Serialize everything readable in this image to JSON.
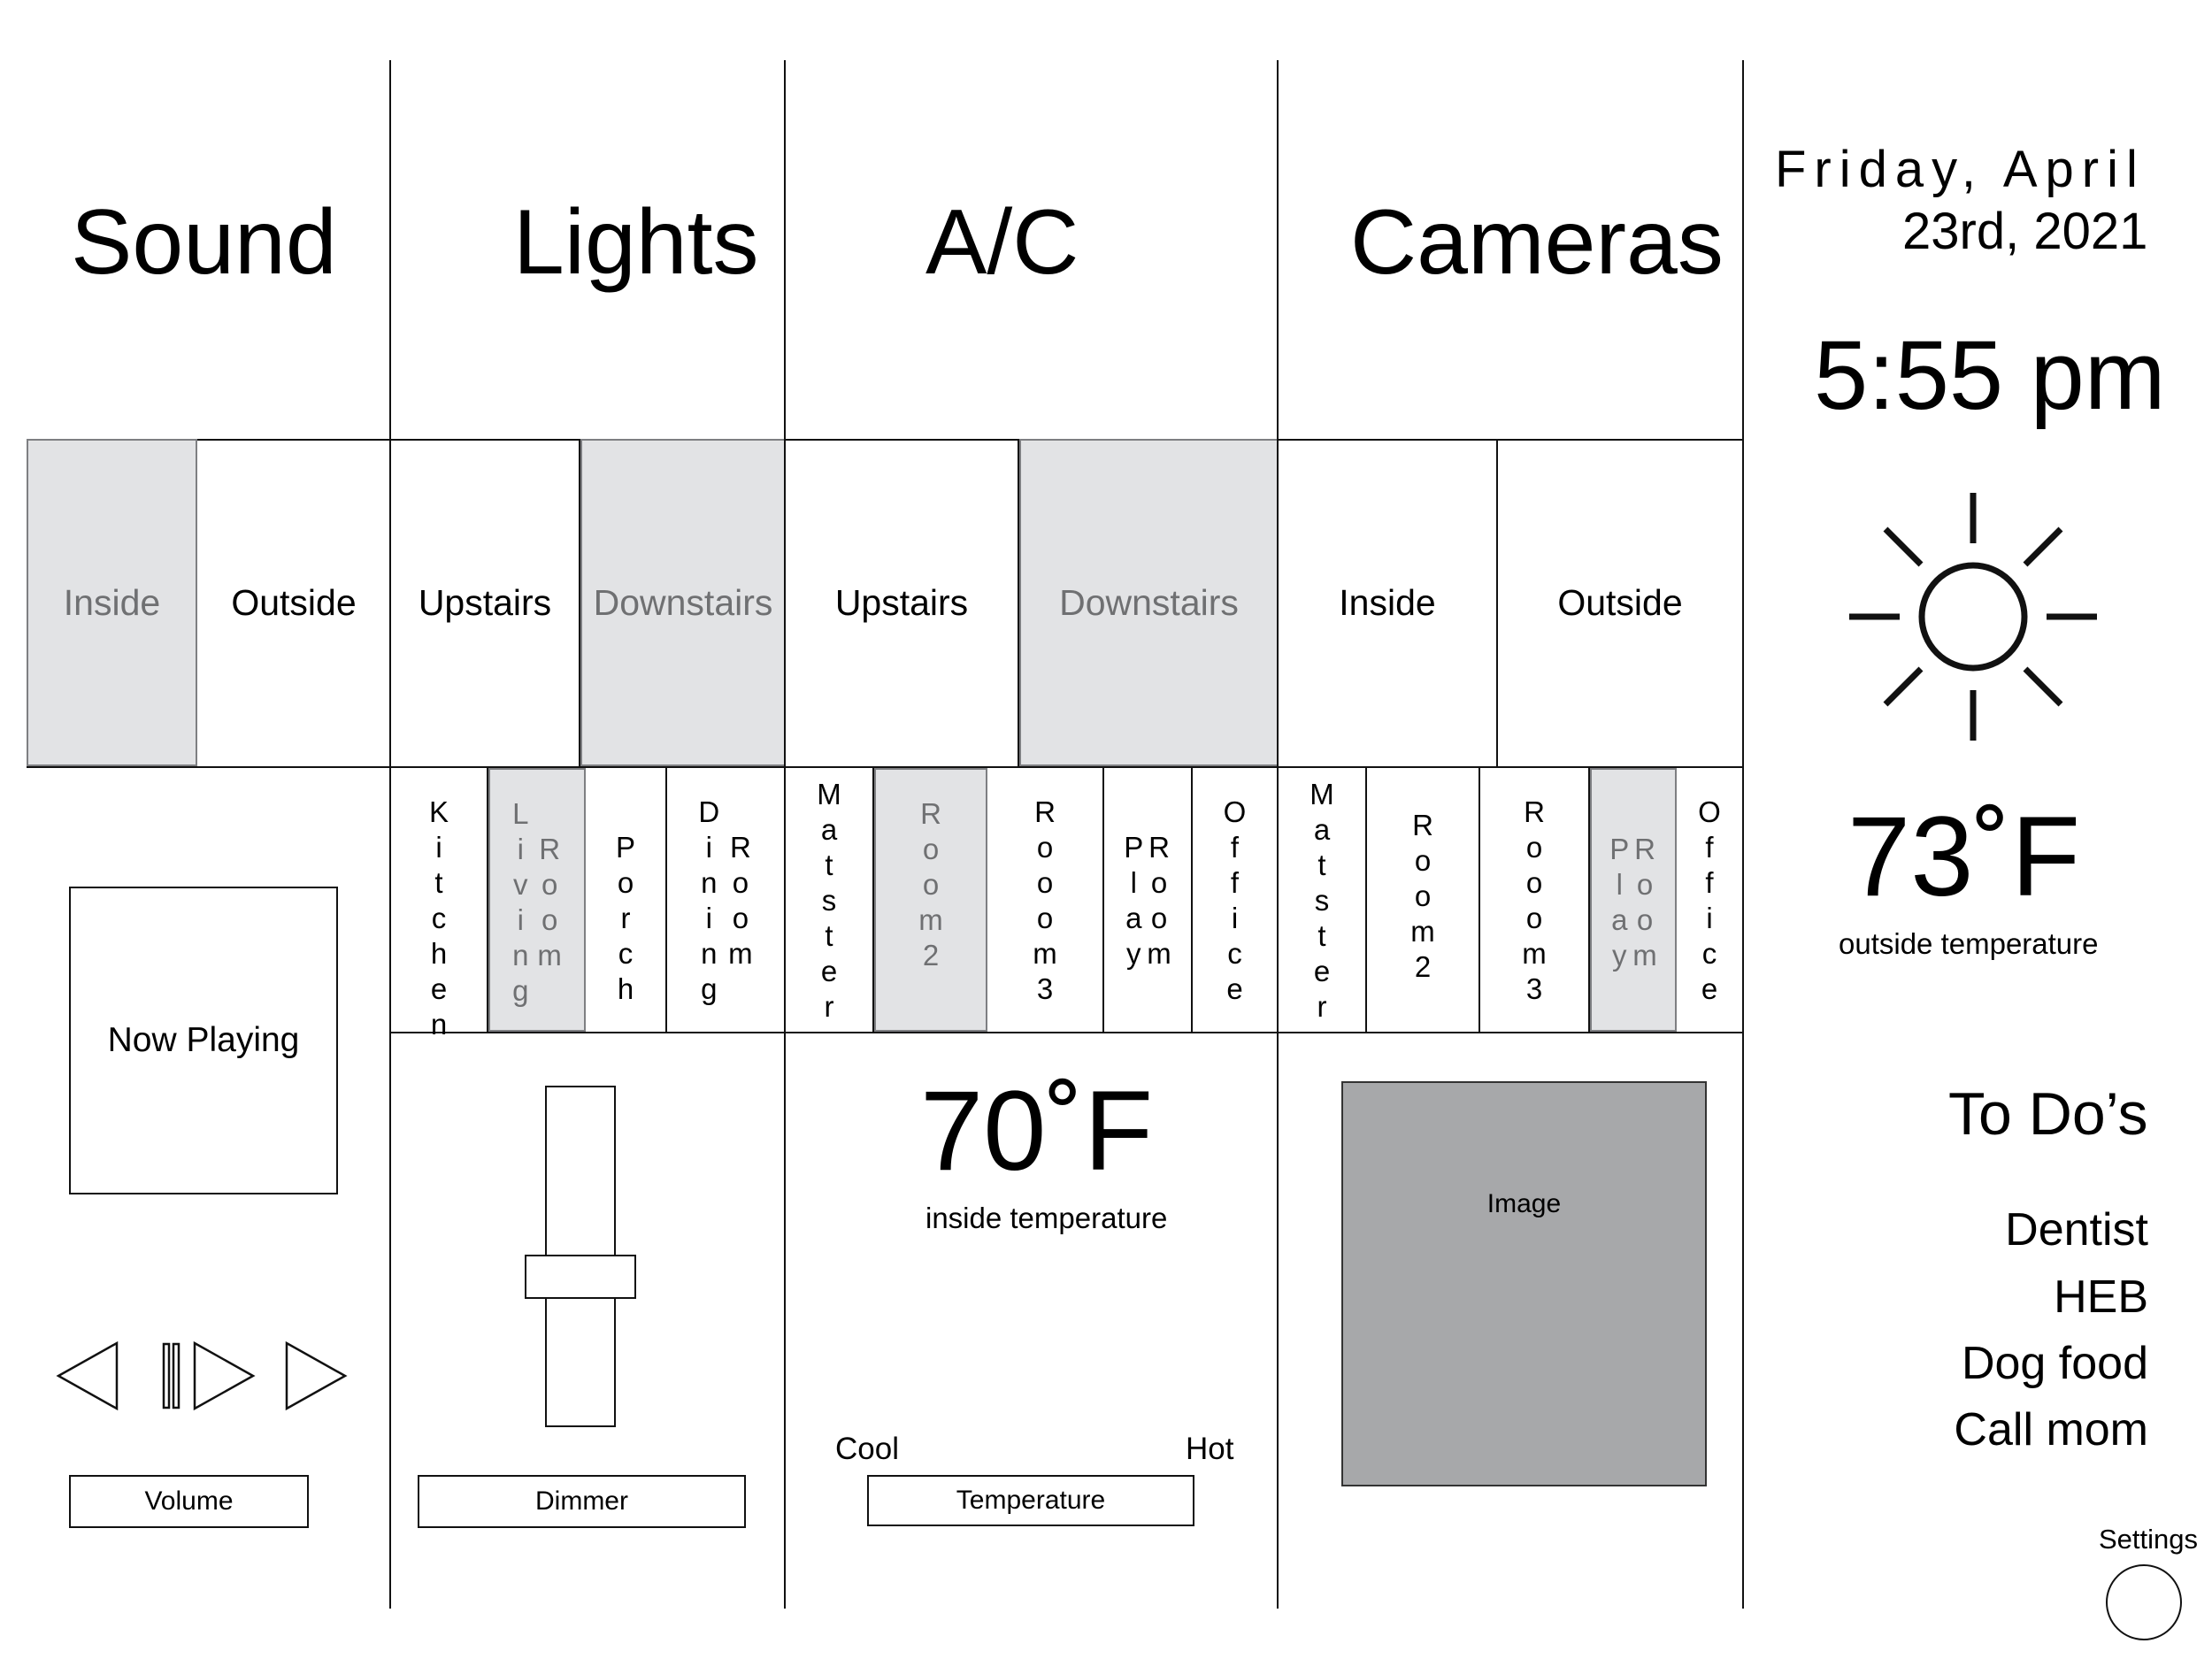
{
  "headers": {
    "sound": "Sound",
    "lights": "Lights",
    "ac": "A/C",
    "cameras": "Cameras"
  },
  "date": {
    "line1": "Friday, April",
    "line2": "23rd, 2021"
  },
  "time": "5:55 pm",
  "weather": {
    "icon": "sun-icon",
    "temperature": "73˚F",
    "caption": "outside temperature"
  },
  "sound": {
    "tabs": [
      {
        "label": "Inside",
        "selected": true
      },
      {
        "label": "Outside",
        "selected": false
      }
    ],
    "now_playing": "Now Playing",
    "controls": [
      "previous-icon",
      "pause-play-icon",
      "next-icon"
    ],
    "volume_label": "Volume"
  },
  "lights": {
    "tabs": [
      {
        "label": "Upstairs",
        "selected": false
      },
      {
        "label": "Downstairs",
        "selected": true
      }
    ],
    "rooms": [
      {
        "label": "Kitchen",
        "selected": false
      },
      {
        "label": "Living Room",
        "selected": true
      },
      {
        "label": "Porch",
        "selected": false
      },
      {
        "label": "Dining Room",
        "selected": false
      }
    ],
    "dimmer_label": "Dimmer"
  },
  "ac": {
    "tabs": [
      {
        "label": "Upstairs",
        "selected": false
      },
      {
        "label": "Downstairs",
        "selected": true
      }
    ],
    "rooms": [
      {
        "label": "Matster",
        "selected": false
      },
      {
        "label": "Room 2",
        "selected": true
      },
      {
        "label": "Rooom 3",
        "selected": false
      },
      {
        "label": "Play Room",
        "selected": false
      },
      {
        "label": "Office",
        "selected": false
      }
    ],
    "temperature": "70˚F",
    "caption": "inside temperature",
    "cool_label": "Cool",
    "hot_label": "Hot",
    "slider_label": "Temperature"
  },
  "cameras": {
    "tabs": [
      {
        "label": "Inside",
        "selected": false
      },
      {
        "label": "Outside",
        "selected": false
      }
    ],
    "rooms": [
      {
        "label": "Matster",
        "selected": false
      },
      {
        "label": "Room 2",
        "selected": false
      },
      {
        "label": "Rooom 3",
        "selected": false
      },
      {
        "label": "Play Room",
        "selected": true
      },
      {
        "label": "Office",
        "selected": false
      }
    ],
    "image_label": "Image"
  },
  "todos": {
    "title": "To Do’s",
    "items": [
      "Dentist",
      "HEB",
      "Dog food",
      "Call mom"
    ]
  },
  "settings_label": "Settings",
  "colors": {
    "selected_fill": "#e2e3e5",
    "selected_text": "#6f7072",
    "camera_placeholder": "#a7a8aa",
    "line": "#111111"
  }
}
